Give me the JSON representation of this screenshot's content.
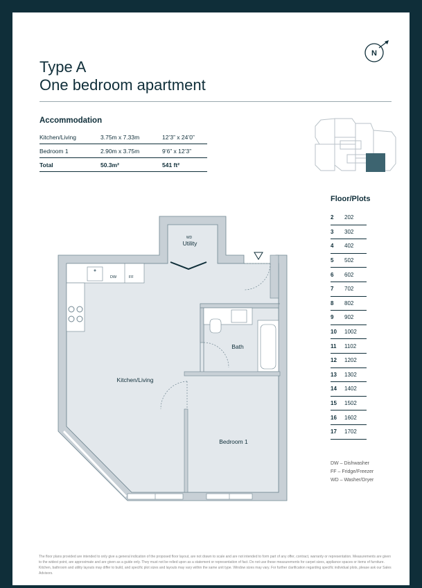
{
  "header": {
    "title_line1": "Type A",
    "title_line2": "One bedroom apartment",
    "north_label": "N"
  },
  "accommodation": {
    "heading": "Accommodation",
    "rows": [
      {
        "room": "Kitchen/Living",
        "metric": "3.75m x 7.33m",
        "imperial": "12’3” x 24’0”"
      },
      {
        "room": "Bedroom 1",
        "metric": "2.90m x 3.75m",
        "imperial": "9’6” x 12’3”"
      }
    ],
    "total": {
      "label": "Total",
      "metric": "50.3m²",
      "imperial": "541 ft²"
    }
  },
  "floor_plots": {
    "heading": "Floor/Plots",
    "items": [
      {
        "floor": "2",
        "plot": "202"
      },
      {
        "floor": "3",
        "plot": "302"
      },
      {
        "floor": "4",
        "plot": "402"
      },
      {
        "floor": "5",
        "plot": "502"
      },
      {
        "floor": "6",
        "plot": "602"
      },
      {
        "floor": "7",
        "plot": "702"
      },
      {
        "floor": "8",
        "plot": "802"
      },
      {
        "floor": "9",
        "plot": "902"
      },
      {
        "floor": "10",
        "plot": "1002"
      },
      {
        "floor": "11",
        "plot": "1102"
      },
      {
        "floor": "12",
        "plot": "1202"
      },
      {
        "floor": "13",
        "plot": "1302"
      },
      {
        "floor": "14",
        "plot": "1402"
      },
      {
        "floor": "15",
        "plot": "1502"
      },
      {
        "floor": "16",
        "plot": "1602"
      },
      {
        "floor": "17",
        "plot": "1702"
      }
    ]
  },
  "legend": [
    "DW – Dishwasher",
    "FF – Fridge/Freezer",
    "WD – Washer/Dryer"
  ],
  "plan_labels": {
    "wd": "WD",
    "utility": "Utility",
    "dw": "DW",
    "ff": "FF",
    "bath": "Bath",
    "kitchen": "Kitchen/Living",
    "bedroom": "Bedroom 1"
  },
  "disclaimer": "The floor plans provided are intended to only give a general indication of the proposed floor layout, are not drawn to scale and are not intended to form part of any offer, contract, warranty or representation. Measurements are given to the widest point, are approximate and are given as a guide only. They must not be relied upon as a statement or representation of fact. Do not use these measurements for carpet sizes, appliance spaces or items of furniture. Kitchen, bathroom and utility layouts may differ to build, and specific plot sizes and layouts may vary within the same unit type. Window sizes may vary. For further clarification regarding specific individual plots, please ask our Sales Advisors.",
  "colors": {
    "brand": "#0f2e39",
    "wall": "#c8d0d6",
    "floor": "#e3e8ec",
    "highlight": "#3d6470"
  }
}
